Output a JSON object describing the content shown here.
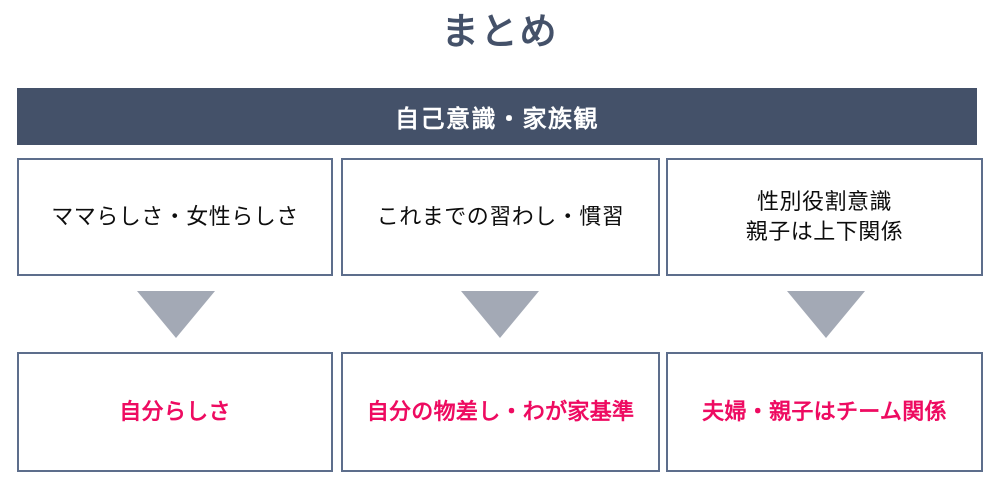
{
  "slide": {
    "title": "まとめ",
    "title_color": "#445169",
    "background": "#ffffff"
  },
  "header": {
    "label": "自己意識・家族観",
    "background_color": "#445169",
    "text_color": "#ffffff"
  },
  "arrow": {
    "icon": "triangle-down-icon",
    "color": "#a3a9b5",
    "count": 3
  },
  "columns": [
    {
      "before": "ママらしさ・女性らしさ",
      "after": "自分らしさ"
    },
    {
      "before": "これまでの習わし・慣習",
      "after": "自分の物差し・わが家基準"
    },
    {
      "before": "性別役割意識\n親子は上下関係",
      "after": "夫婦・親子はチーム関係"
    }
  ],
  "style": {
    "box_border_color": "#5d6e8c",
    "box_fill": "#ffffff",
    "before_text_color": "#0d0d0d",
    "after_text_color": "#ee0b61"
  }
}
